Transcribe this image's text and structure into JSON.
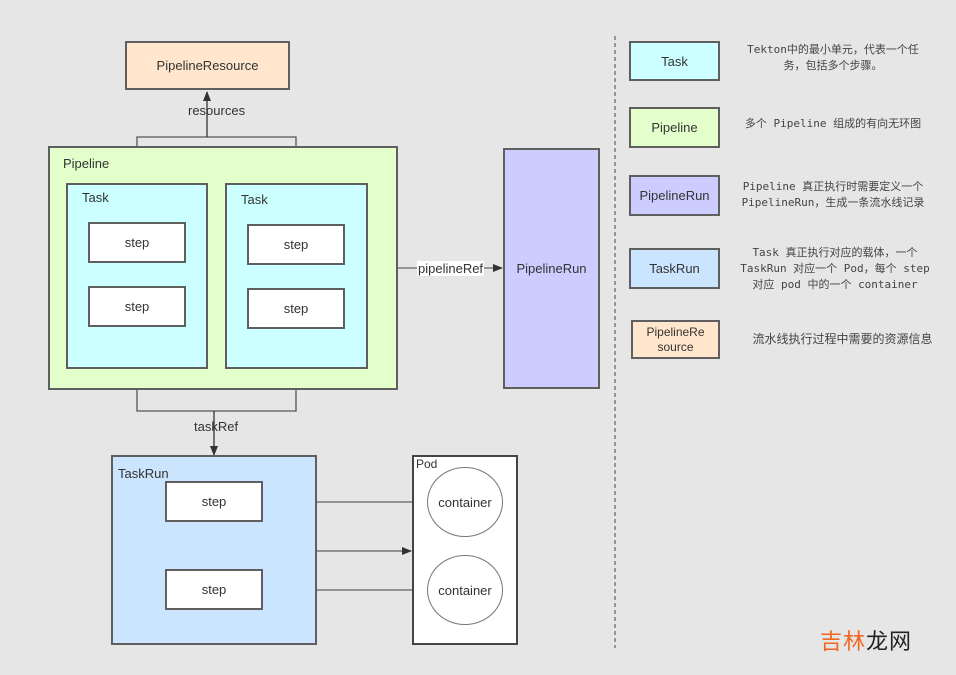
{
  "diagram": {
    "pipeline_resource": {
      "label": "PipelineResource"
    },
    "edge_resources": {
      "label": "resources"
    },
    "pipeline": {
      "label": "Pipeline",
      "tasks": [
        {
          "label": "Task",
          "steps": [
            "step",
            "step"
          ]
        },
        {
          "label": "Task",
          "steps": [
            "step",
            "step"
          ]
        }
      ]
    },
    "edge_pipeline_ref": {
      "label": "pipelineRef"
    },
    "pipeline_run": {
      "label": "PipelineRun"
    },
    "edge_task_ref": {
      "label": "taskRef"
    },
    "task_run": {
      "label": "TaskRun",
      "steps": [
        "step",
        "step"
      ]
    },
    "pod": {
      "label": "Pod",
      "containers": [
        "container",
        "container"
      ]
    }
  },
  "legend": [
    {
      "name": "Task",
      "color": "#ccffff",
      "description": "Tekton中的最小单元，代表一个任\n务，包括多个步骤。"
    },
    {
      "name": "Pipeline",
      "color": "#e3ffcc",
      "description": "多个 Pipeline 组成的有向无环图"
    },
    {
      "name": "PipelineRun",
      "color": "#ccccff",
      "description": "Pipeline 真正执行时需要定义一个\nPipelineRun，生成一条流水线记录"
    },
    {
      "name": "TaskRun",
      "color": "#cce5ff",
      "description": "Task 真正执行对应的载体，一个\nTaskRun 对应一个 Pod，每个 step\n对应 pod 中的一个 container"
    },
    {
      "name": "PipelineRe\nsource",
      "color": "#ffe6cc",
      "description": "流水线执行过程中需要的资源信息"
    }
  ],
  "watermark": {
    "part1": "吉林",
    "part2": "龙网"
  }
}
